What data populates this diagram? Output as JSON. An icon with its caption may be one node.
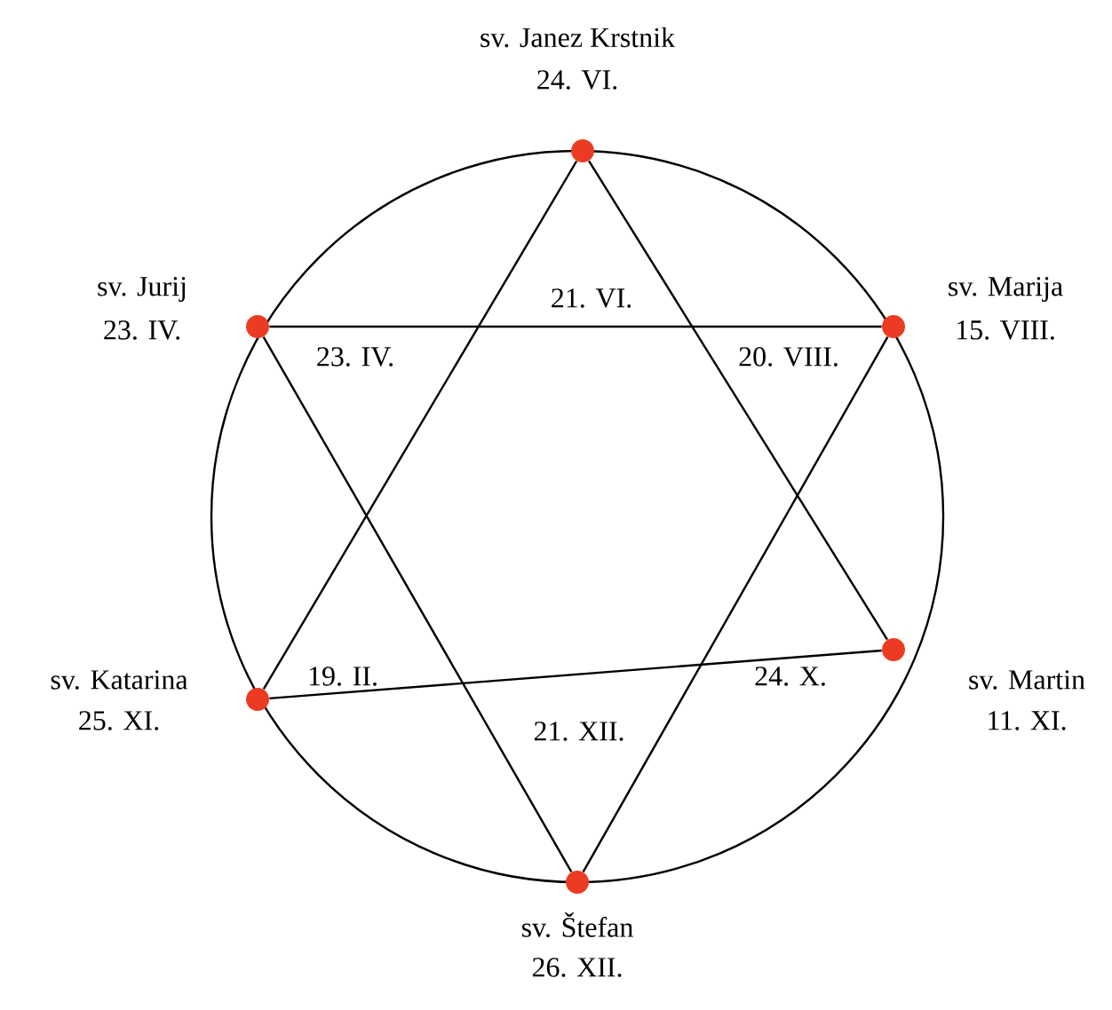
{
  "diagram": {
    "nodes": [
      {
        "text": [
          "sv. Janez Krstnik",
          "24. VI."
        ]
      },
      {
        "text": [
          "sv. Jurij",
          "23. IV."
        ]
      },
      {
        "text": [
          "sv. Marija",
          "15. VIII."
        ]
      },
      {
        "text": [
          "sv. Katarina",
          "25. XI."
        ]
      },
      {
        "text": [
          "sv. Martin",
          "11. XI."
        ]
      },
      {
        "text": [
          "sv. Štefan",
          "26. XII."
        ]
      }
    ],
    "edges": [
      {
        "from": 0,
        "to": 4,
        "arrow": "none"
      },
      {
        "from": 0,
        "to": 3,
        "arrow": "none"
      },
      {
        "from": 3,
        "to": 4,
        "arrow": "none"
      },
      {
        "from": 1,
        "to": 2,
        "arrow": "none"
      },
      {
        "from": 1,
        "to": 5,
        "arrow": "none"
      },
      {
        "from": 2,
        "to": 5,
        "arrow": "none"
      }
    ],
    "labels": [
      "21. VI.",
      "23. IV.",
      "20. VIII.",
      "19. II.",
      "24. X.",
      "21. XII."
    ]
  }
}
